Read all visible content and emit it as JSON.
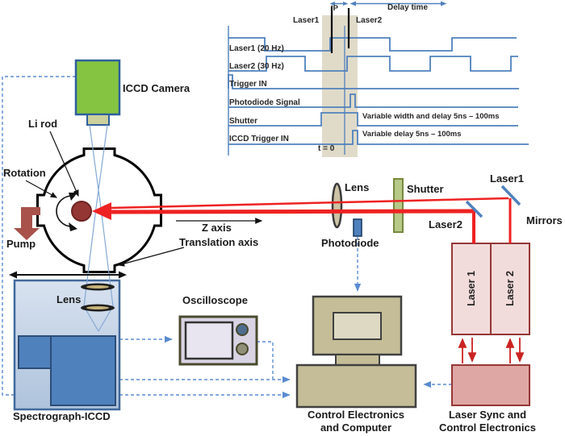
{
  "timing": {
    "ip_label": "IP",
    "delay_label": "Delay time",
    "marker1_label": "Laser1",
    "marker2_label": "Laser2",
    "t0_label": "t = 0",
    "rows": [
      {
        "label": "Laser1 (20 Hz)",
        "note": ""
      },
      {
        "label": "Laser2 (30 Hz)",
        "note": ""
      },
      {
        "label": "Trigger IN",
        "note": ""
      },
      {
        "label": "Photodiode Signal",
        "note": ""
      },
      {
        "label": "Shutter",
        "note": "Variable width and delay 5ns – 100ms"
      },
      {
        "label": "ICCD Trigger IN",
        "note": "Variable delay 5ns – 100ms"
      }
    ]
  },
  "components": {
    "iccd_camera": "ICCD Camera",
    "li_rod": "Li rod",
    "rotation": "Rotation",
    "pump": "Pump",
    "z_axis": "Z axis",
    "translation_axis": "Translation axis",
    "lens_spectrograph": "Lens",
    "lens_beam": "Lens",
    "shutter": "Shutter",
    "photodiode": "Photodiode",
    "laser1_mirror": "Laser1",
    "laser2_mirror": "Laser2",
    "mirrors": "Mirrors",
    "laser1_box": "Laser 1",
    "laser2_box": "Laser 2",
    "oscilloscope": "Oscilloscope",
    "spectrograph": "Spectrograph-ICCD",
    "computer_caption_line1": "Control Electronics",
    "computer_caption_line2": "and Computer",
    "sync_caption_line1": "Laser Sync and",
    "sync_caption_line2": "Control Electronics"
  },
  "colors": {
    "laser_beam": "#ee2222",
    "signal_blue": "#4f81bd",
    "dashed_link": "#5b8bd0",
    "camera_green": "#85c440",
    "laser_box_pink": "#f2dcdb",
    "sync_box_pink": "#dfa7a4",
    "computer_tan": "#c4bd97"
  }
}
